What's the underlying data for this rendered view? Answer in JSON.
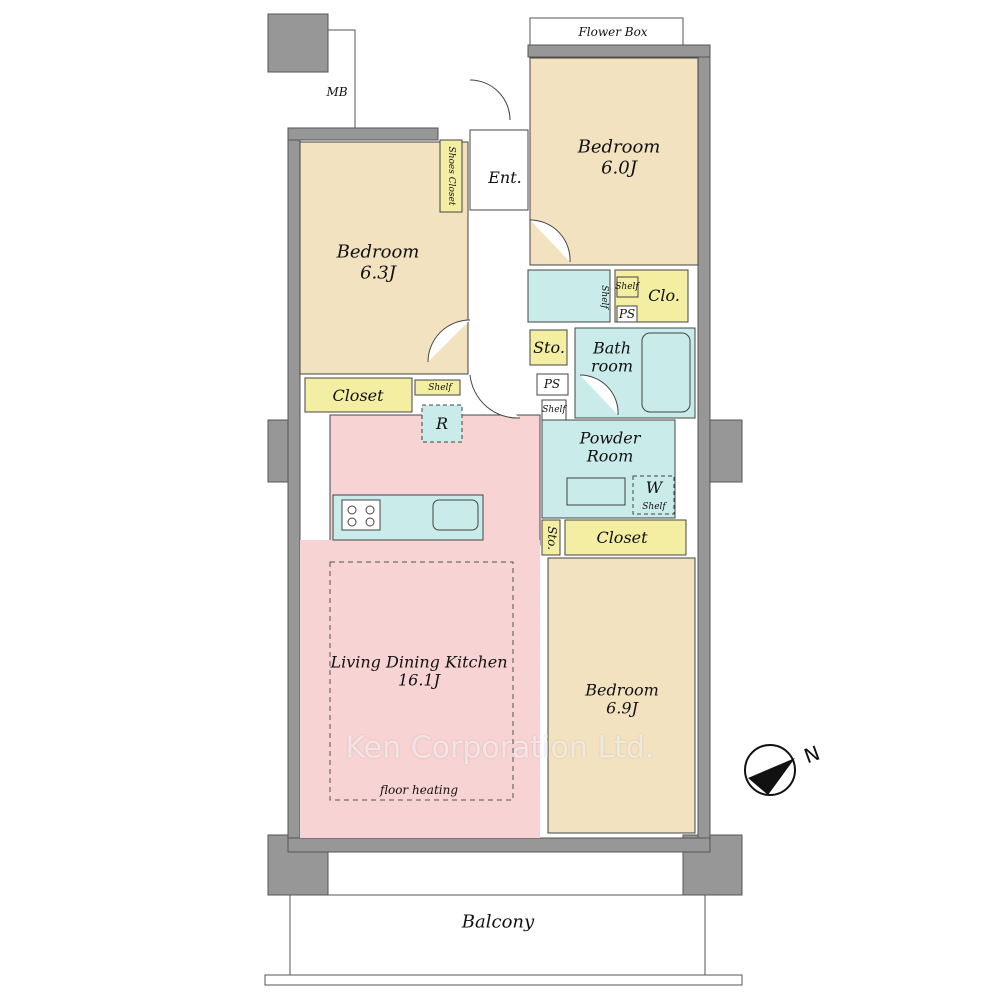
{
  "title": "Floor Plan",
  "colors": {
    "bedroom": "#f2e2c0",
    "ldk": "#f8d3d3",
    "wet": "#c9ebe9",
    "storage": "#f3eea2",
    "wall": "#979797"
  },
  "labels": {
    "flower_box": "Flower Box",
    "mb": "MB",
    "shoes_closet": "Shoes Closet",
    "entrance": "Ent.",
    "bedroom_a": {
      "name": "Bedroom",
      "size": "6.0J"
    },
    "bedroom_b": {
      "name": "Bedroom",
      "size": "6.3J"
    },
    "bedroom_c": {
      "name": "Bedroom",
      "size": "6.9J"
    },
    "shelf": "Shelf",
    "clo": "Clo.",
    "ps": "PS",
    "sto": "Sto.",
    "bath": "Bath room",
    "closet": "Closet",
    "refrigerator": "R",
    "powder": "Powder Room",
    "washer": "W",
    "ldk": {
      "name": "Living Dining Kitchen",
      "size": "16.1J"
    },
    "floor_heating": "floor heating",
    "balcony": "Balcony",
    "north": "N"
  },
  "watermark": "Ken Corporation Ltd."
}
